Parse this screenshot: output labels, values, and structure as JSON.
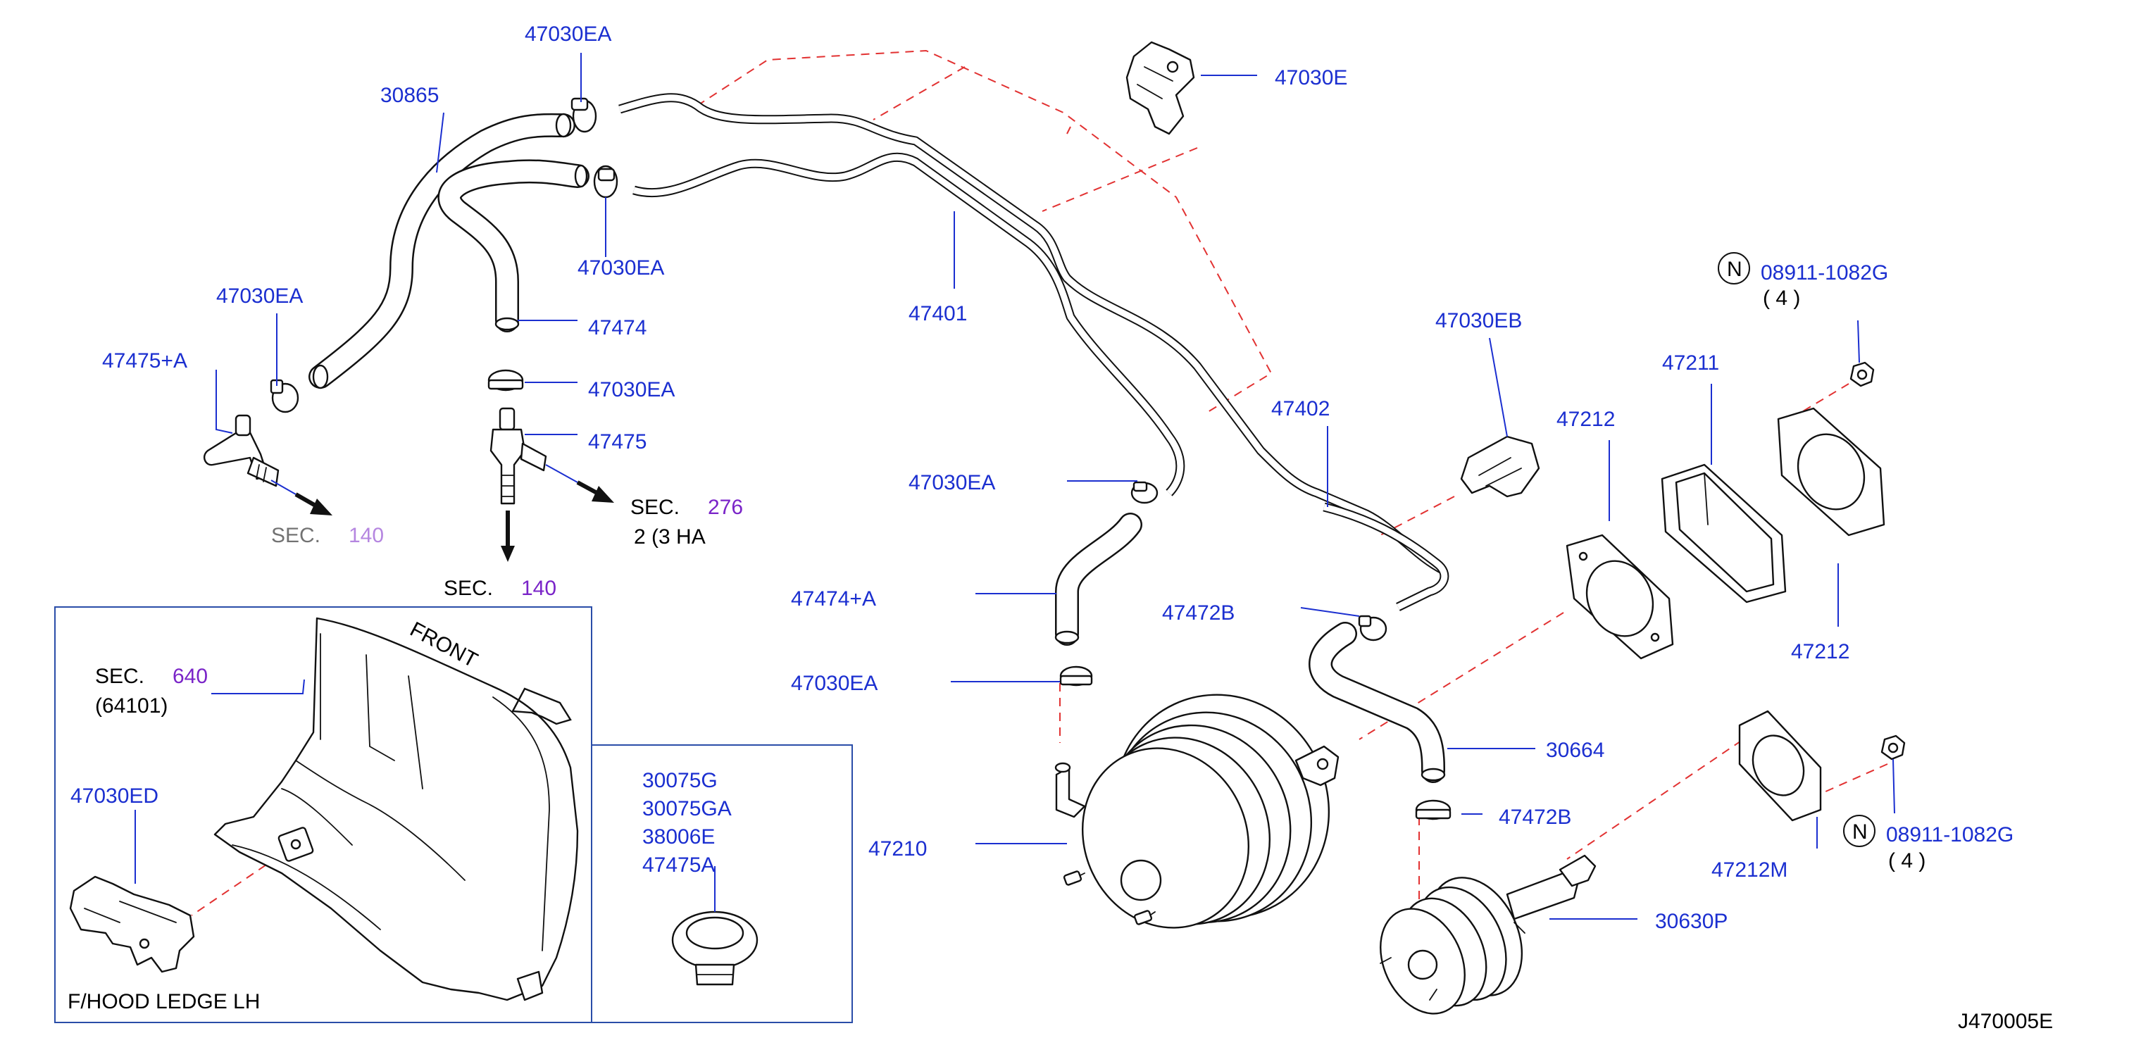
{
  "diagram_id": "J470005E",
  "colors": {
    "label": "#1b2fd0",
    "section_number": "#7a24c8",
    "leader": "#1b2fd0",
    "dashed_guide": "#e23232",
    "outline": "#111111"
  },
  "labels": {
    "p30865": "30865",
    "p47030EA_top": "47030EA",
    "p47030EA_mid": "47030EA",
    "p47030EA_left": "47030EA",
    "p47475A_plus": "47475+A",
    "p47474": "47474",
    "p47030EA_b": "47030EA",
    "p47475": "47475",
    "p47401": "47401",
    "p47030E": "47030E",
    "p47402": "47402",
    "p47030EA_c": "47030EA",
    "p47474A_plus": "47474+A",
    "p47030EA_d": "47030EA",
    "p47210": "47210",
    "p47472B_top": "47472B",
    "p47472B_bot": "47472B",
    "p30664": "30664",
    "p47030EB": "47030EB",
    "p47212_top": "47212",
    "p47211": "47211",
    "p47212_right": "47212",
    "p08911_top": "08911-1082G",
    "qty_top": "( 4 )",
    "n_mark_top": "N",
    "p47212M": "47212M",
    "p08911_bot": "08911-1082G",
    "qty_bot": "( 4 )",
    "n_mark_bot": "N",
    "p30630P": "30630P"
  },
  "section_refs": {
    "sec276": {
      "prefix": "SEC.",
      "number": "276",
      "sub": "2 (3 HA"
    },
    "sec140_left": {
      "prefix": "SEC.",
      "number": "140"
    },
    "sec140_bottom": {
      "prefix": "SEC.",
      "number": "140"
    },
    "sec640": {
      "prefix": "SEC.",
      "number": "640",
      "sub": "(64101)"
    }
  },
  "inset": {
    "front_label": "FRONT",
    "p47030ED": "47030ED",
    "caption": "F/HOOD   LEDGE   LH",
    "grommet_parts": [
      "30075G",
      "30075GA",
      "38006E",
      "47475A"
    ]
  }
}
